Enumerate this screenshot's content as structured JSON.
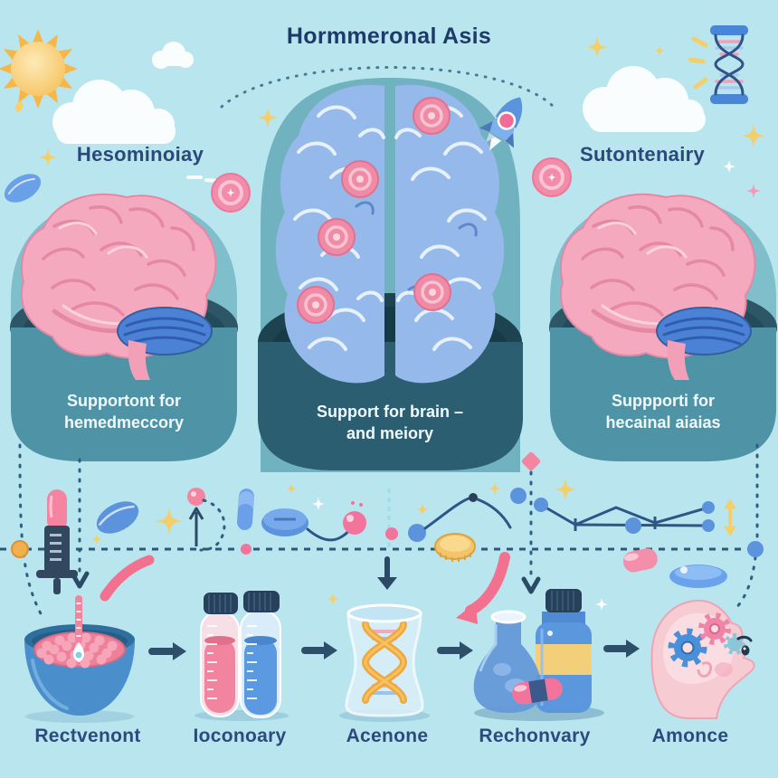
{
  "title": "Hormmeronal Asis",
  "columns": {
    "left": {
      "heading": "Hesominoiay",
      "caption": [
        "Supportont for",
        "hemedmeccory"
      ]
    },
    "center": {
      "caption": [
        "Support for brain –",
        "and meiory"
      ]
    },
    "right": {
      "heading": "Sutontenairy",
      "caption": [
        "Suppporti for",
        "hecainal aiaias"
      ]
    }
  },
  "steps": [
    {
      "label": "Rectvenont",
      "icon": "bowl-of-granules-icon"
    },
    {
      "label": "Ioconoary",
      "icon": "sample-vials-icon"
    },
    {
      "label": "Acenone",
      "icon": "beaker-dna-icon"
    },
    {
      "label": "Rechonvary",
      "icon": "flask-and-bottle-icon"
    },
    {
      "label": "Amonce",
      "icon": "head-gears-icon"
    }
  ],
  "icons": [
    "sun-icon",
    "cloud-icon",
    "sparkle-icon",
    "dna-hourglass-icon",
    "rocket-icon",
    "target-badge-icon",
    "brain-side-icon",
    "brain-top-icon",
    "pill-icon",
    "capsule-icon",
    "syringe-icon",
    "coin-icon",
    "tablet-disc-icon",
    "line-chart-icon",
    "bowl-of-granules-icon",
    "sample-vials-icon",
    "beaker-dna-icon",
    "flask-icon",
    "medicine-bottle-icon",
    "head-gears-icon",
    "arrow-icon"
  ],
  "colors": {
    "background": "#b9e6ee",
    "accent_pink": "#f2718f",
    "brain_pink": "#f4a9be",
    "brain_blue": "#94b9ea",
    "pedestal_teal": "#4f93a6",
    "pedestal_dark": "#2c5a6a",
    "text_navy": "#2b4a7c",
    "caption_white": "#f0fafc",
    "gold": "#f3c568",
    "blue_pill": "#5b93dc"
  }
}
